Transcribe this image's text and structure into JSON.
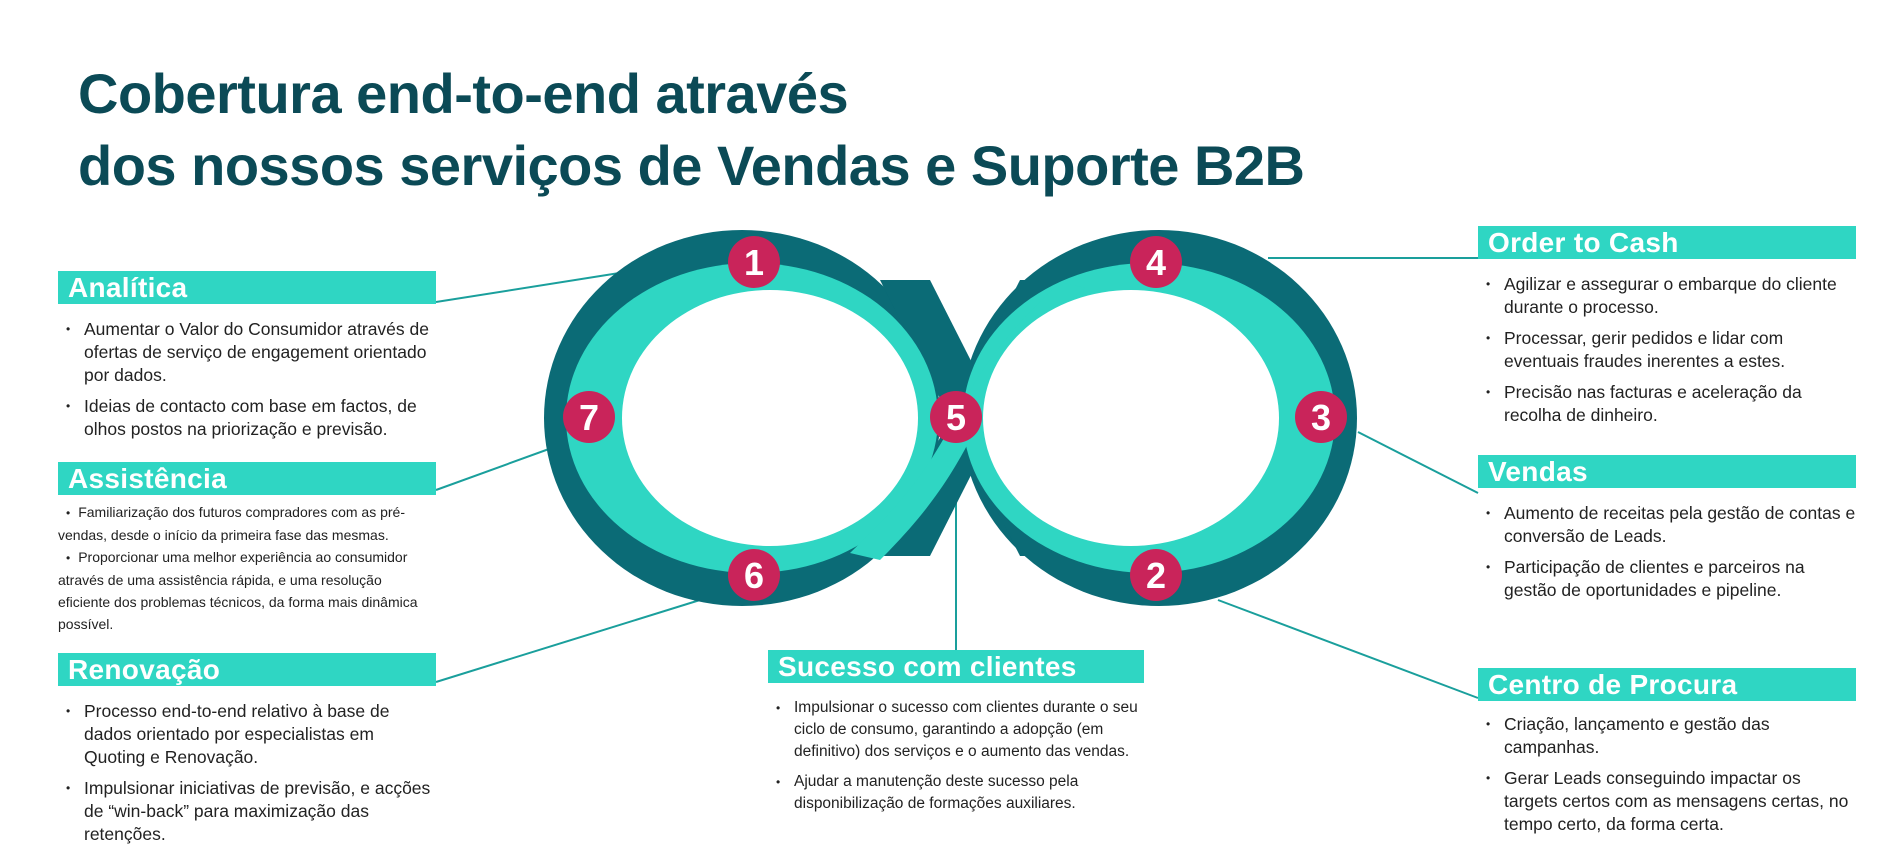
{
  "title": {
    "line1": "Cobertura end-to-end através",
    "line2": "dos nossos serviços de Vendas e Suporte B2B"
  },
  "colors": {
    "title": "#0b4a56",
    "ring_dark": "#0b6b76",
    "ring_light": "#2fd6c3",
    "badge": "#c9245a",
    "header_bg": "#2fd6c3"
  },
  "badges": [
    "1",
    "2",
    "3",
    "4",
    "5",
    "6",
    "7"
  ],
  "sections": {
    "analitica": {
      "heading": "Analítica",
      "bullets": [
        "Aumentar o Valor do Consumidor através de ofertas de serviço de engagement orientado por dados.",
        "Ideias de contacto com base em factos, de olhos postos na priorização e previsão."
      ]
    },
    "assistencia": {
      "heading": "Assistência",
      "bullets": [
        "Familiarização dos futuros compradores com as pré-vendas, desde o início da primeira fase das mesmas.",
        "Proporcionar uma melhor experiência ao consumidor através de uma assistência rápida, e uma resolução eficiente dos problemas técnicos, da forma mais dinâmica possível."
      ]
    },
    "renovacao": {
      "heading": "Renovação",
      "bullets": [
        "Processo end-to-end relativo à base de dados orientado por especialistas em Quoting e Renovação.",
        "Impulsionar iniciativas de previsão, e acções de “win-back” para maximização das retenções."
      ]
    },
    "sucesso": {
      "heading": "Sucesso com clientes",
      "bullets": [
        "Impulsionar o sucesso com clientes durante o seu ciclo de consumo, garantindo a adopção (em definitivo) dos serviços e o aumento das vendas.",
        "Ajudar a manutenção deste sucesso pela disponibilização de formações auxiliares."
      ]
    },
    "order": {
      "heading": "Order to Cash",
      "bullets": [
        "Agilizar e assegurar o embarque do cliente durante o processo.",
        "Processar, gerir pedidos e lidar com eventuais fraudes inerentes a estes.",
        "Precisão nas facturas e aceleração da recolha de dinheiro."
      ]
    },
    "vendas": {
      "heading": "Vendas",
      "bullets": [
        "Aumento de receitas pela gestão de contas e conversão de Leads.",
        "Participação de clientes e parceiros na gestão de oportunidades e pipeline."
      ]
    },
    "procura": {
      "heading": "Centro de Procura",
      "bullets": [
        "Criação, lançamento e gestão das campanhas.",
        "Gerar Leads conseguindo impactar os targets certos com as mensagens certas, no tempo certo, da forma certa."
      ]
    }
  }
}
